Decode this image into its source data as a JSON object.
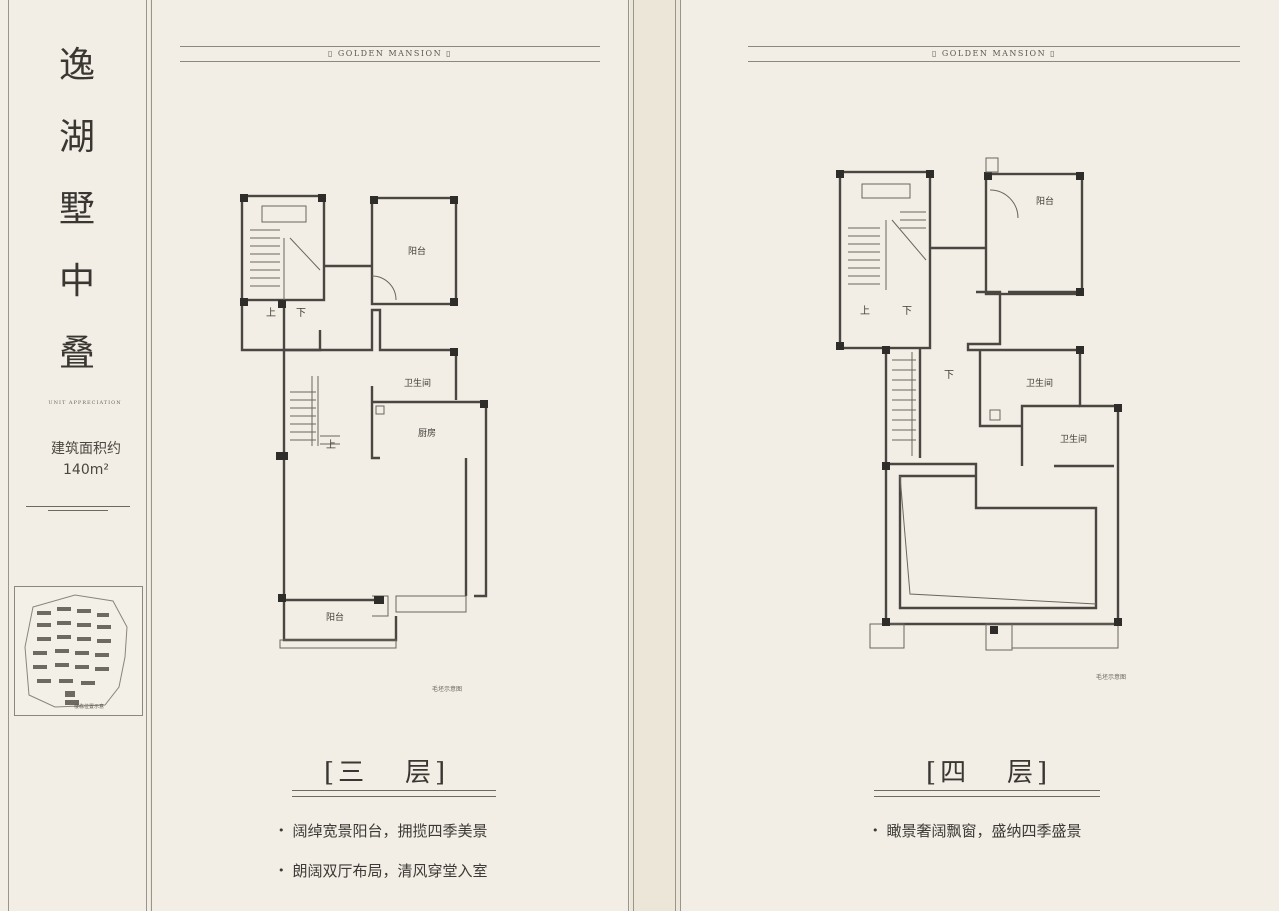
{
  "left_strip": {
    "project_title": [
      "逸",
      "湖",
      "墅",
      "中",
      "叠"
    ],
    "unit_appreciation": "UNIT APPRECIATION",
    "area_label": "建筑面积约",
    "area_value": "140m²",
    "site_map_caption": "楼栋位置示意"
  },
  "left_panel": {
    "brand": "▯ GOLDEN MANSION ▯",
    "floor_title": "[三   层]",
    "rooms": {
      "balcony_top": "阳台",
      "bathroom": "卫生间",
      "kitchen": "厨房",
      "balcony_bottom": "阳台"
    },
    "stair_up": "上",
    "stair_down": "下",
    "stair_up2": "上",
    "plan_note": "毛坯示意图",
    "bullets": [
      "阔绰宽景阳台，拥揽四季美景",
      "朗阔双厅布局，清风穿堂入室"
    ]
  },
  "right_panel": {
    "brand": "▯ GOLDEN MANSION ▯",
    "floor_title": "[四   层]",
    "rooms": {
      "balcony": "阳台",
      "bathroom1": "卫生间",
      "bathroom2": "卫生间"
    },
    "stair_up": "上",
    "stair_down": "下",
    "stair_down2": "下",
    "plan_note": "毛坯示意图",
    "bullets": [
      "瞰景奢阔飘窗，盛纳四季盛景"
    ]
  },
  "colors": {
    "paper": "#f2eee5",
    "ink": "#3c3a36",
    "wall": "#4a4742",
    "rule": "#8d887f"
  }
}
